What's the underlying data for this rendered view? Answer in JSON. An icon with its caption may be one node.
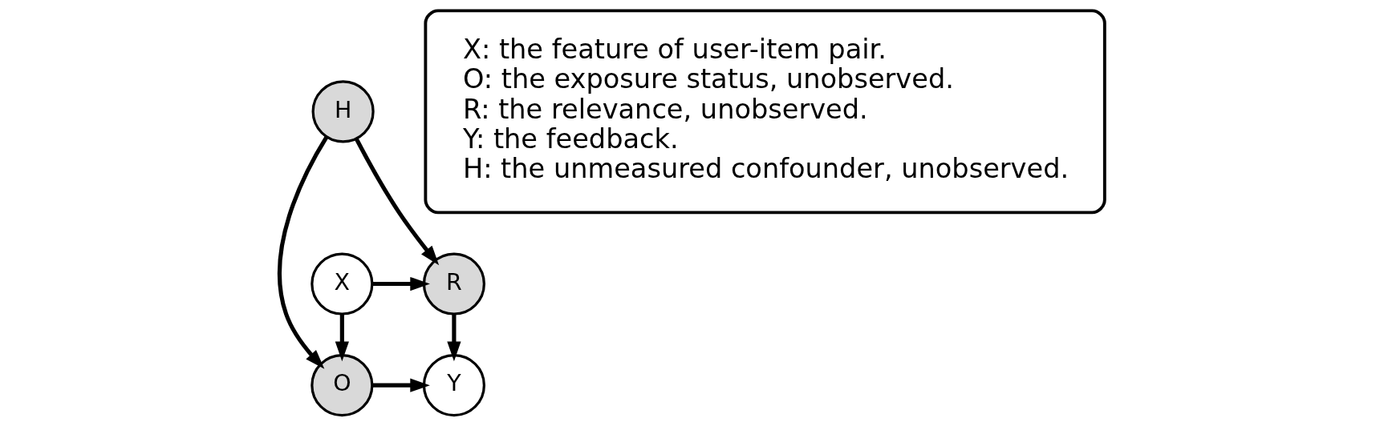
{
  "diagram": {
    "nodes": [
      {
        "text": [
          "H"
        ]
      },
      {
        "text": [
          "X"
        ]
      },
      {
        "text": [
          "R"
        ]
      },
      {
        "text": [
          "O"
        ]
      },
      {
        "text": [
          "Y"
        ]
      },
      {
        "text": [
          "X: the feature of user-item pair.",
          "O: the exposure status, unobserved.",
          "R: the relevance, unobserved.",
          "Y: the feedback.",
          "H: the unmeasured confounder, unobserved."
        ]
      }
    ],
    "edges": [
      {
        "from": 0,
        "to": 2,
        "arrow": "to"
      },
      {
        "from": 0,
        "to": 3,
        "arrow": "to"
      },
      {
        "from": 1,
        "to": 2,
        "arrow": "to"
      },
      {
        "from": 1,
        "to": 3,
        "arrow": "to"
      },
      {
        "from": 2,
        "to": 4,
        "arrow": "to"
      },
      {
        "from": 3,
        "to": 4,
        "arrow": "to"
      }
    ]
  }
}
